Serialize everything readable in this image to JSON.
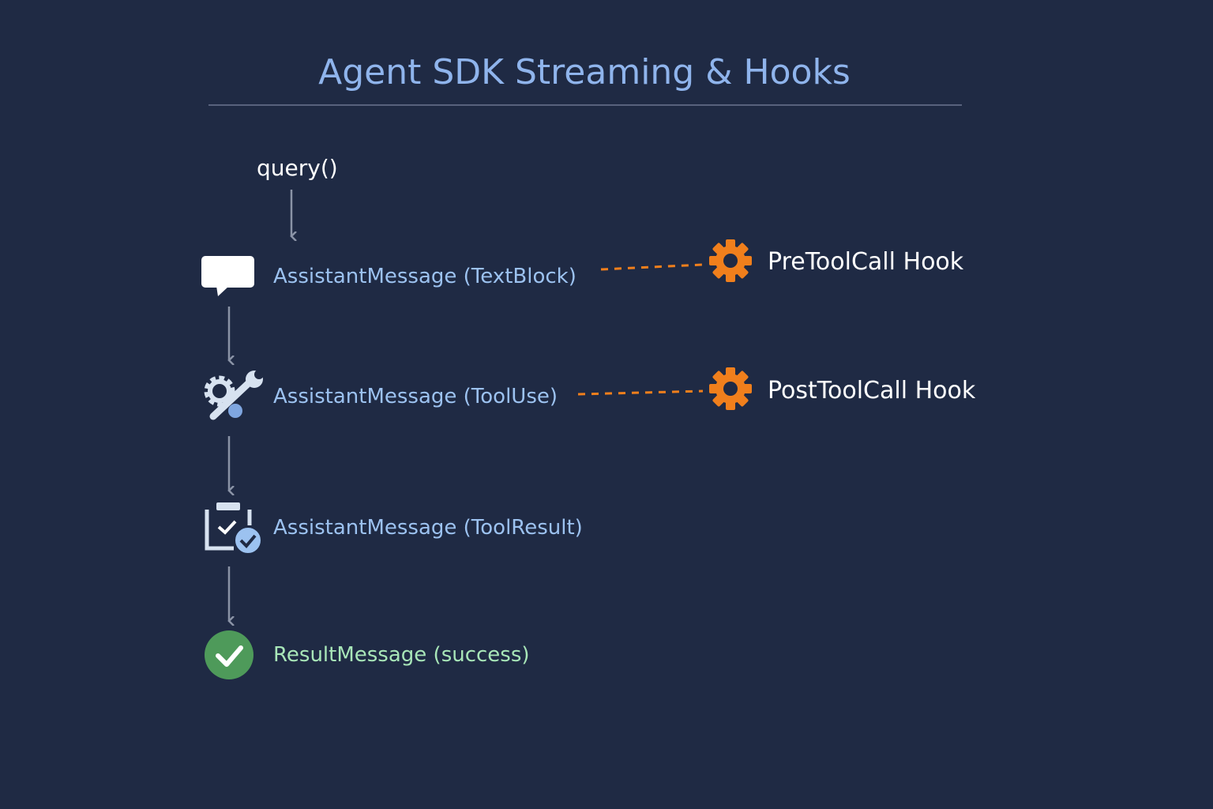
{
  "title": "Agent SDK Streaming & Hooks",
  "entry": "query()",
  "steps": [
    {
      "label": "AssistantMessage (TextBlock)",
      "icon": "speech-bubble-icon"
    },
    {
      "label": "AssistantMessage (ToolUse)",
      "icon": "gear-wrench-icon"
    },
    {
      "label": "AssistantMessage (ToolResult)",
      "icon": "clipboard-check-icon"
    },
    {
      "label": "ResultMessage (success)",
      "icon": "success-check-icon"
    }
  ],
  "hooks": [
    {
      "label": "PreToolCall Hook",
      "icon": "gear-icon"
    },
    {
      "label": "PostToolCall Hook",
      "icon": "gear-icon"
    }
  ],
  "colors": {
    "background": "#1f2a44",
    "title": "#8fb4ec",
    "step_text": "#9cc2f0",
    "success_text": "#a8e6b8",
    "hook_accent": "#f07f1c",
    "success_green": "#4e9a5a"
  }
}
